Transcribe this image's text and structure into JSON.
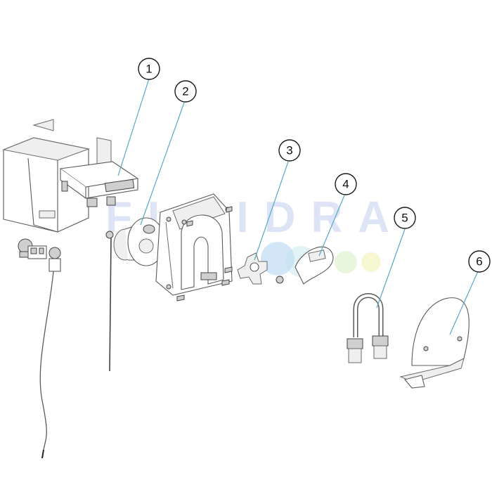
{
  "watermark": {
    "text": "FLUIDRA",
    "colors": [
      "#9ec8ef",
      "#bfe3e8",
      "#d7efc2",
      "#f4f1b8"
    ]
  },
  "callouts": [
    {
      "id": "1",
      "label": "1"
    },
    {
      "id": "2",
      "label": "2"
    },
    {
      "id": "3",
      "label": "3"
    },
    {
      "id": "4",
      "label": "4"
    },
    {
      "id": "5",
      "label": "5"
    },
    {
      "id": "6",
      "label": "6"
    }
  ],
  "parts": [
    {
      "id": "housing",
      "icon": "enclosure-box-icon"
    },
    {
      "id": "pcb",
      "icon": "circuit-board-icon"
    },
    {
      "id": "motor",
      "icon": "motor-icon"
    },
    {
      "id": "pump-body",
      "icon": "pump-body-icon"
    },
    {
      "id": "rotor",
      "icon": "rotor-icon"
    },
    {
      "id": "label-plate",
      "icon": "label-plate-icon"
    },
    {
      "id": "tube",
      "icon": "tube-icon"
    },
    {
      "id": "cover",
      "icon": "cover-icon"
    }
  ]
}
